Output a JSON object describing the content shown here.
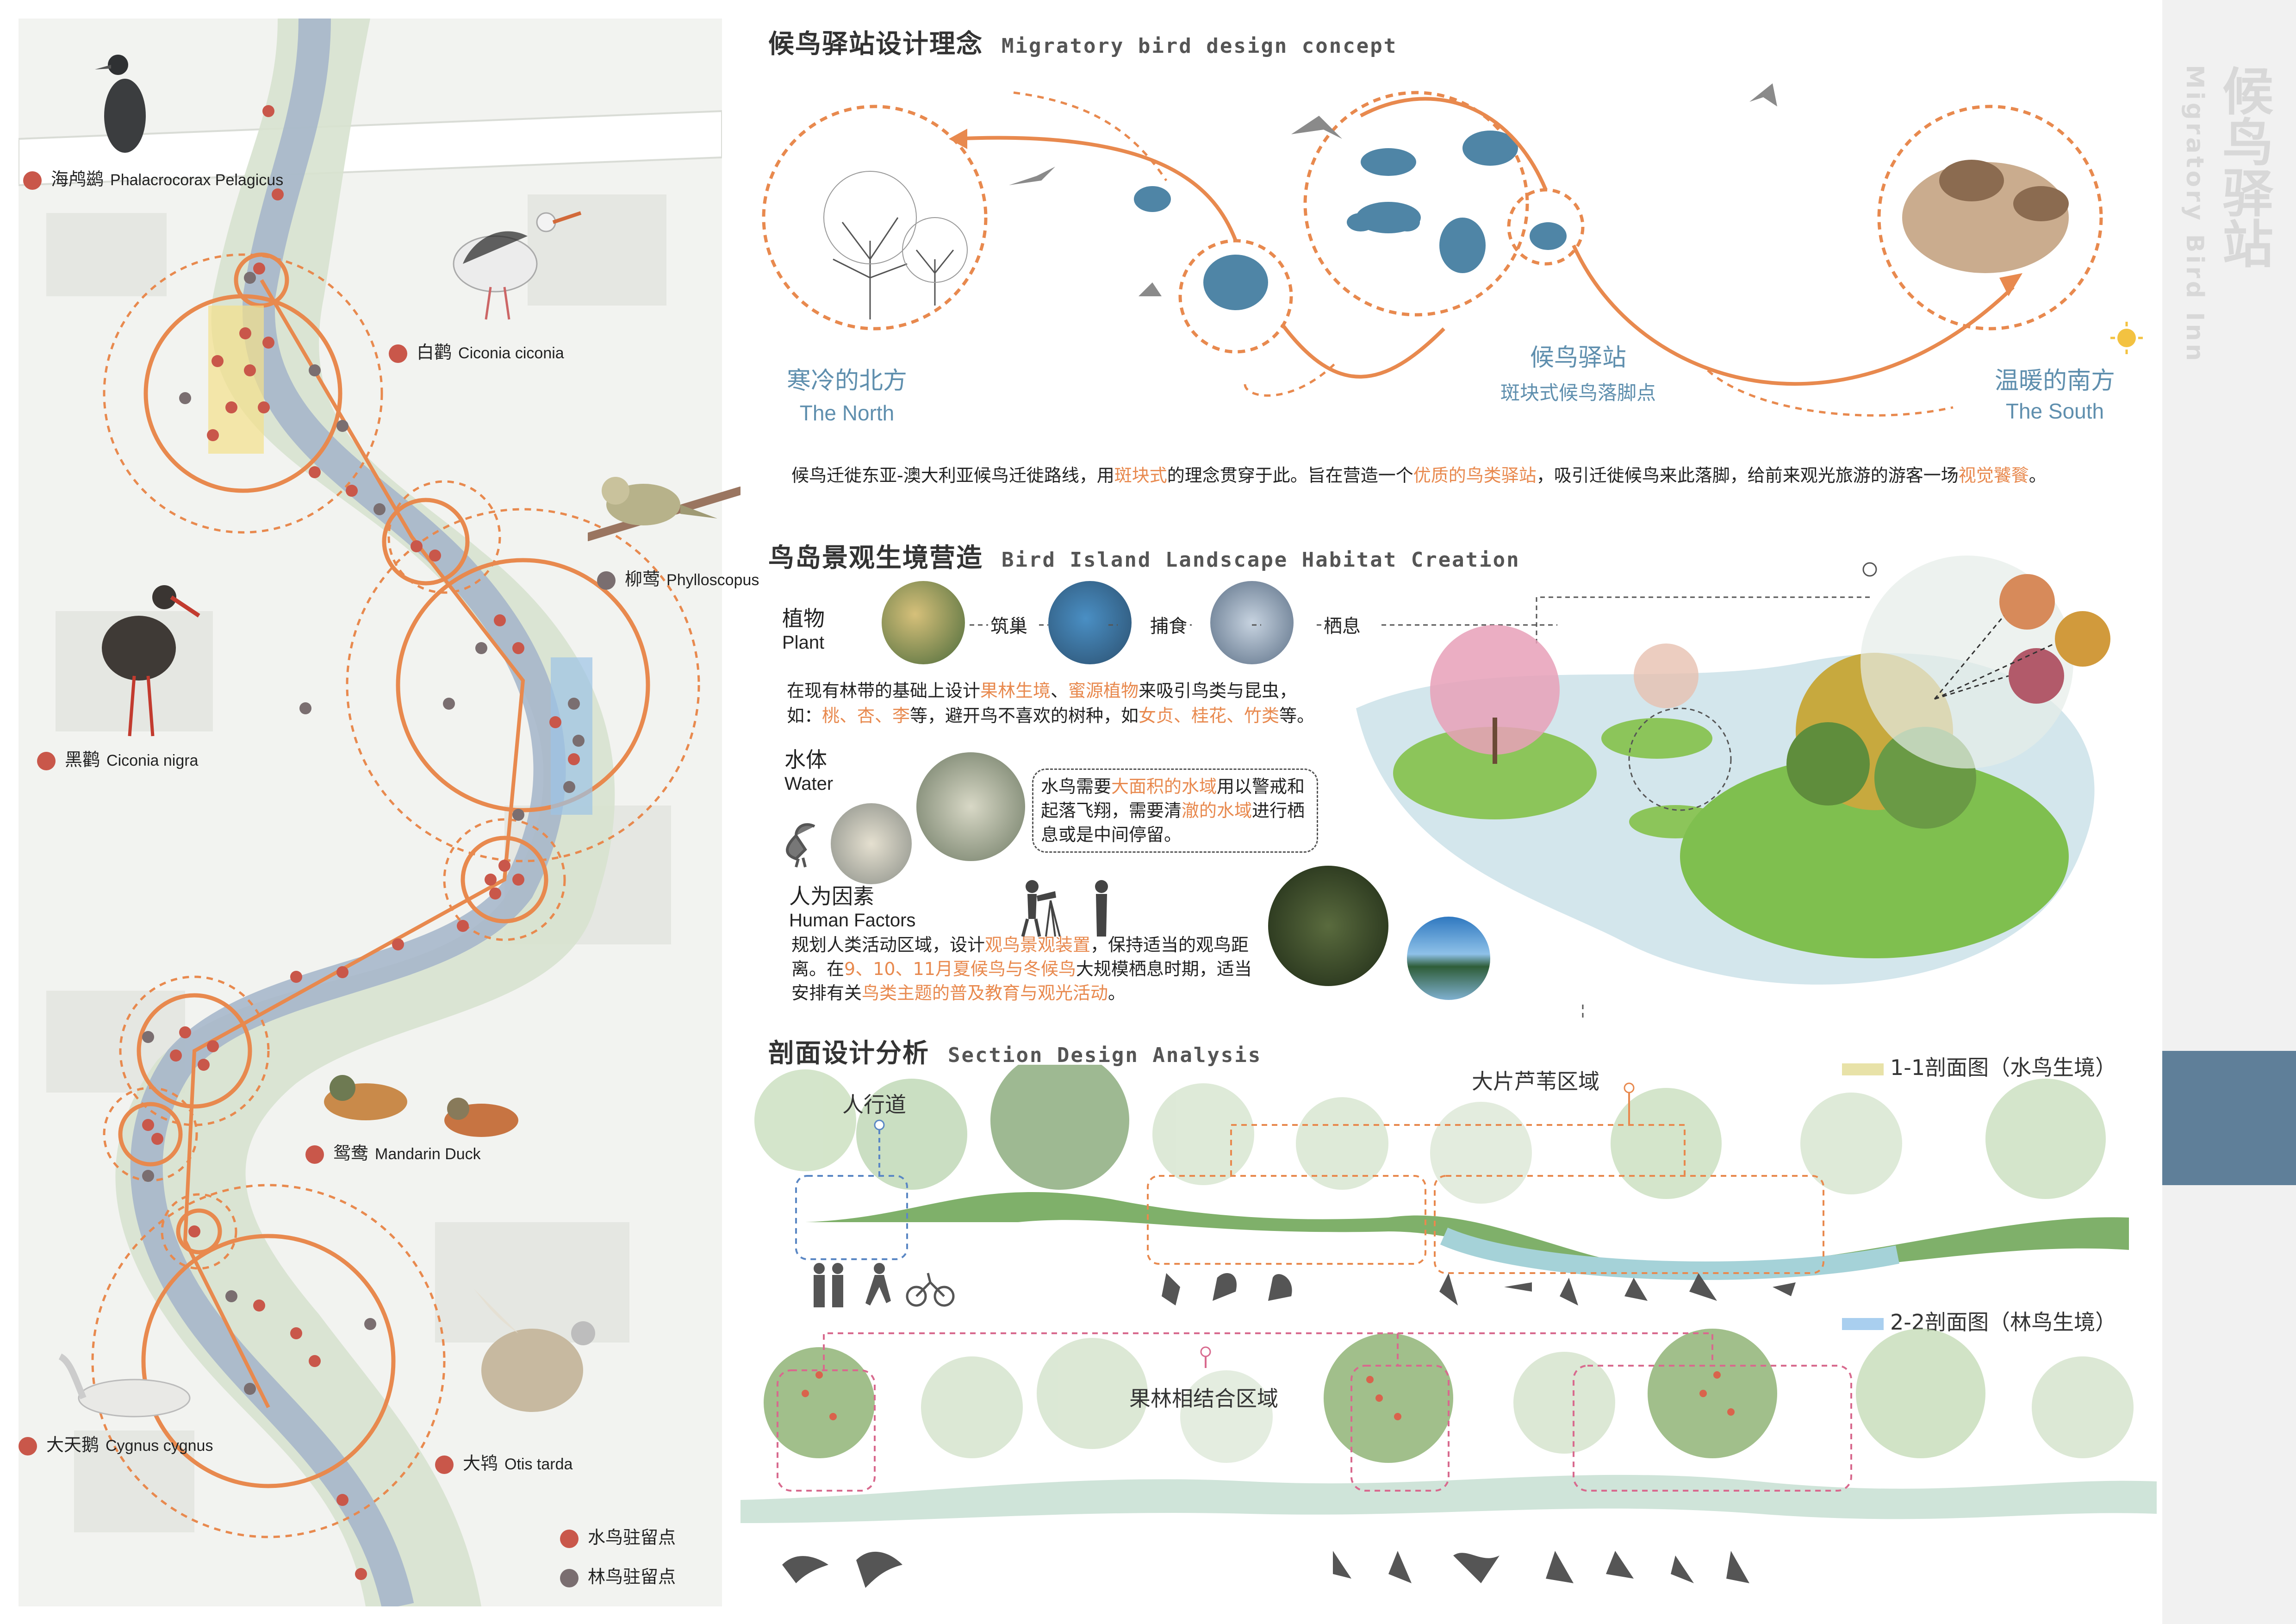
{
  "colors": {
    "accent_orange": "#e8894e",
    "water_red": "#c9574a",
    "forest_gray": "#7a6e70",
    "side_blue": "#5f7f99",
    "pond_blue": "#4f85a6"
  },
  "side": {
    "title": "候鸟驿站",
    "title_en": "Migratory Bird Inn"
  },
  "map": {
    "birds": [
      {
        "cn": "海鸬鹚",
        "latin": "Phalacrocorax Pelagicus"
      },
      {
        "cn": "白鹳",
        "latin": "Ciconia ciconia"
      },
      {
        "cn": "柳莺",
        "latin": "Phylloscopus"
      },
      {
        "cn": "黑鹳",
        "latin": "Ciconia nigra"
      },
      {
        "cn": "鸳鸯",
        "latin": "Mandarin Duck"
      },
      {
        "cn": "大天鹅",
        "latin": "Cygnus cygnus"
      },
      {
        "cn": "大鸨",
        "latin": "Otis tarda"
      }
    ],
    "legend": [
      {
        "label": "水鸟驻留点",
        "color": "#c9574a"
      },
      {
        "label": "林鸟驻留点",
        "color": "#7a6e70"
      }
    ]
  },
  "concept": {
    "title": "候鸟驿站设计理念",
    "subtitle": "Migratory bird design concept",
    "north_cn": "寒冷的北方",
    "north_en": "The North",
    "station_cn": "候鸟驿站",
    "station_sub": "斑块式候鸟落脚点",
    "south_cn": "温暖的南方",
    "south_en": "The South",
    "desc_1": "候鸟迁徙东亚-澳大利亚候鸟迁徙路线，用",
    "desc_hl1": "斑块式",
    "desc_2": "的理念贯穿于此。旨在营造一个",
    "desc_hl2": "优质的鸟类驿站",
    "desc_3": "，吸引迁徙候鸟来此落脚，给前来观光旅游的游客一场",
    "desc_hl3": "视觉饕餮",
    "desc_4": "。"
  },
  "habitat": {
    "title": "鸟岛景观生境营造",
    "subtitle": "Bird Island Landscape Habitat Creation",
    "plant_cn": "植物",
    "plant_en": "Plant",
    "step1": "筑巢",
    "step2": "捕食",
    "step3": "栖息",
    "plant_text_a": "在现有林带的基础上设计",
    "plant_hl_a": "果林生境",
    "plant_text_b": "、",
    "plant_hl_b": "蜜源植物",
    "plant_text_c": "来吸引鸟类与昆虫，",
    "plant_text_d": "如：",
    "plant_hl_c": "桃、杏、李",
    "plant_text_e": "等，避开鸟不喜欢的树种，如",
    "plant_hl_d": "女贞、桂花、竹类",
    "plant_text_f": "等。",
    "water_cn": "水体",
    "water_en": "Water",
    "water_text_a": "水鸟需要",
    "water_hl_a": "大面积的水域",
    "water_text_b": "用以警戒和起落飞翔，需要清",
    "water_hl_b": "澈的水域",
    "water_text_c": "进行栖息或是中间停留。",
    "human_cn": "人为因素",
    "human_en": "Human Factors",
    "human_text_a": "规划人类活动区域，设计",
    "human_hl_a": "观鸟景观装置",
    "human_text_b": "，保持适当的观鸟距离。在",
    "human_hl_b": "9、10、11月夏候鸟与冬候鸟",
    "human_text_c": "大规模栖息时期，适当安排有关",
    "human_hl_c": "鸟类主题的普及教育与观光活动",
    "human_text_d": "。"
  },
  "section": {
    "title": "剖面设计分析",
    "subtitle": "Section Design Analysis",
    "legend1": "1-1剖面图（水鸟生境）",
    "legend2": "2-2剖面图（林鸟生境）",
    "label_walk": "人行道",
    "label_reed": "大片芦苇区域",
    "label_orchard": "果林相结合区域"
  }
}
